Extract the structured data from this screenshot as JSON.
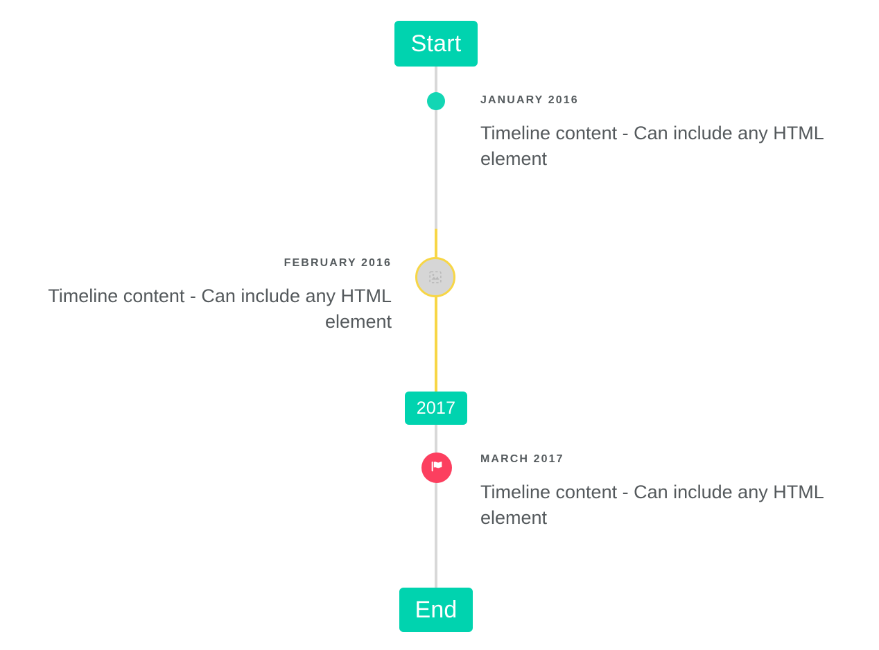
{
  "timeline": {
    "start_badge": {
      "label": "Start"
    },
    "middle_badge": {
      "label": "2017"
    },
    "end_badge": {
      "label": "End"
    },
    "entries": [
      {
        "date": "JANUARY 2016",
        "body": "Timeline content - Can include any HTML element",
        "side": "right",
        "marker": "dot-marker"
      },
      {
        "date": "FEBRUARY 2016",
        "body": "Timeline content - Can include any HTML element",
        "side": "left",
        "marker": "broken-image-icon"
      },
      {
        "date": "MARCH 2017",
        "body": "Timeline content - Can include any HTML element",
        "side": "right",
        "marker": "flag-icon"
      }
    ]
  },
  "colors": {
    "accent_teal": "#00d3af",
    "marker_teal": "#13d6b4",
    "active_yellow": "#f7d646",
    "flag_pink": "#fc3f5f",
    "line_grey": "#d8d8d8",
    "marker_grey": "#d6d6d6",
    "text_grey": "#54595c",
    "date_grey": "#555b5e"
  }
}
